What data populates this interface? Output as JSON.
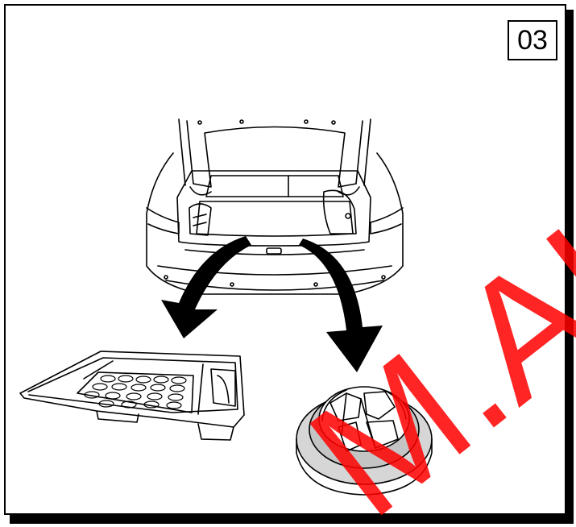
{
  "step": {
    "number": "03"
  },
  "watermark": {
    "text": "M.AUT",
    "color": "#ff0000"
  },
  "illustration": {
    "components": [
      {
        "name": "car-rear-open-trunk"
      },
      {
        "name": "trunk-storage-tray"
      },
      {
        "name": "spare-wheel-foam-insert"
      }
    ],
    "arrows": [
      {
        "from": "car-rear-open-trunk",
        "to": "trunk-storage-tray"
      },
      {
        "from": "car-rear-open-trunk",
        "to": "spare-wheel-foam-insert"
      }
    ]
  }
}
